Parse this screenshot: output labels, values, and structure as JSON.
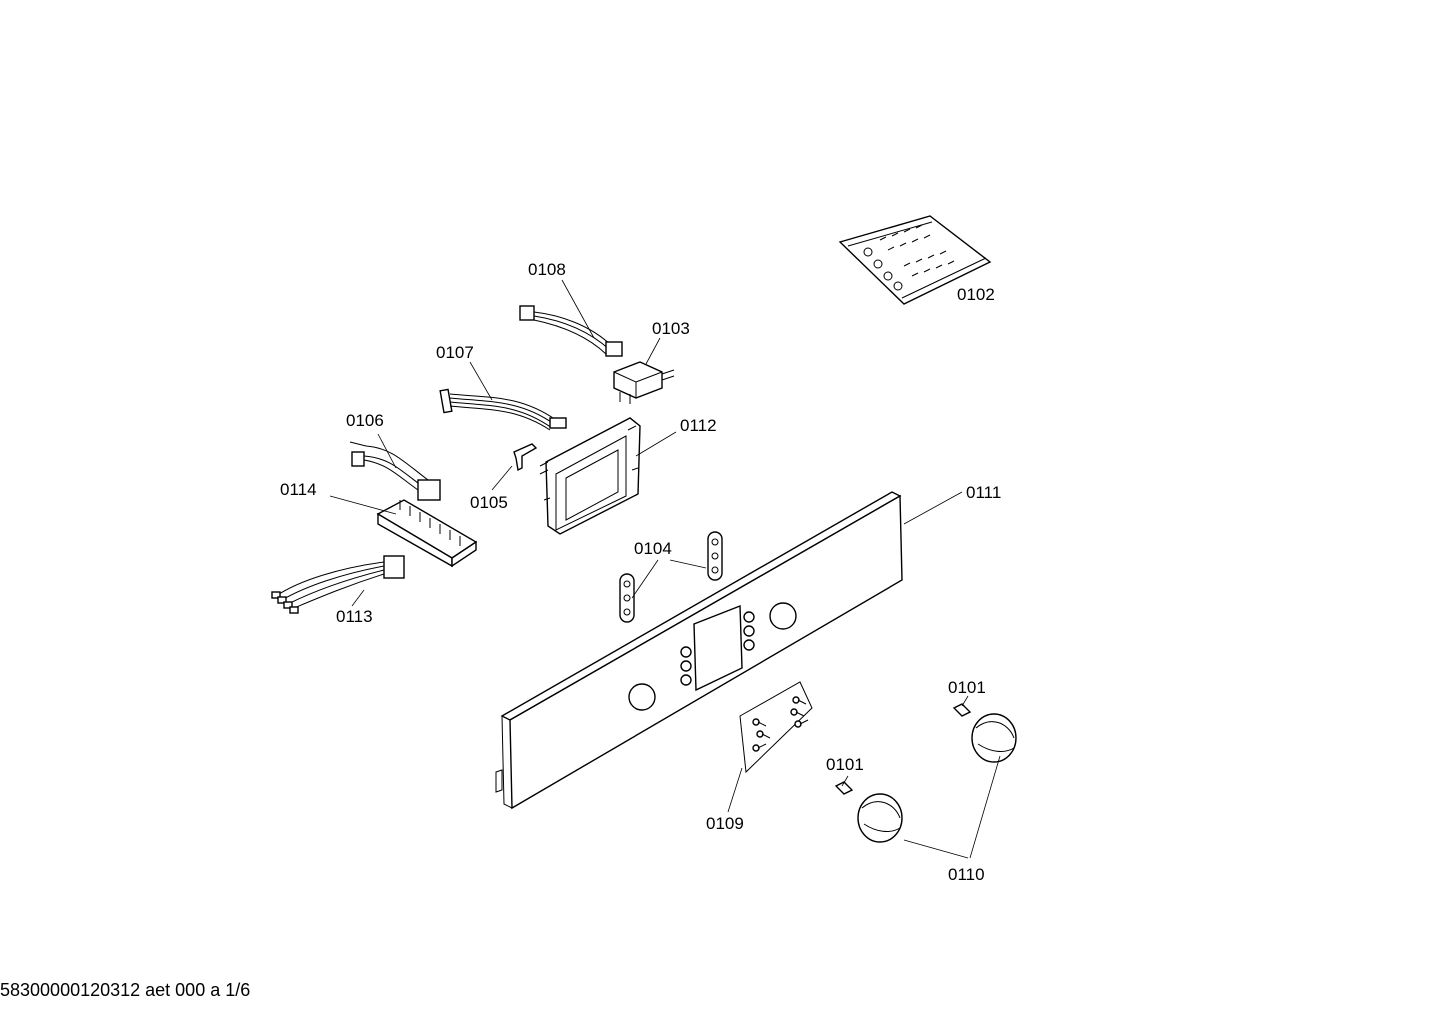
{
  "labels": {
    "l0108": "0108",
    "l0103": "0103",
    "l0107": "0107",
    "l0106": "0106",
    "l0112": "0112",
    "l0114": "0114",
    "l0105": "0105",
    "l0111": "0111",
    "l0104": "0104",
    "l0113": "0113",
    "l0102": "0102",
    "l0101a": "0101",
    "l0101b": "0101",
    "l0109": "0109",
    "l0110": "0110"
  },
  "footer": "58300000120312 aet 000 a 1/6"
}
